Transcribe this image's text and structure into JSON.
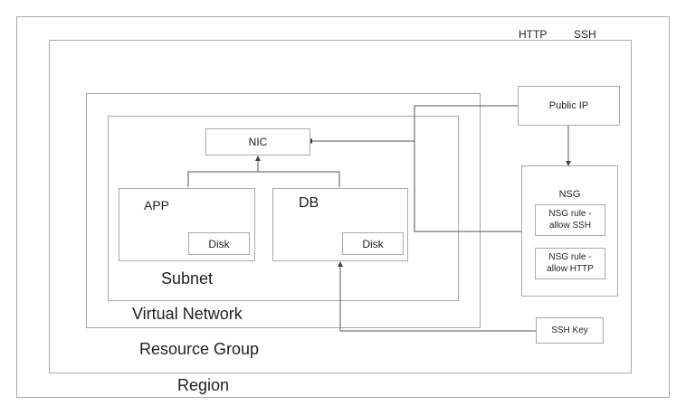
{
  "top_labels": {
    "http": "HTTP",
    "ssh": "SSH"
  },
  "containers": {
    "region": "Region",
    "resource_group": "Resource Group",
    "virtual_network": "Virtual Network",
    "subnet": "Subnet"
  },
  "nodes": {
    "nic": "NIC",
    "app": "APP",
    "app_disk": "Disk",
    "db": "DB",
    "db_disk": "Disk",
    "public_ip": "Public IP",
    "nsg": "NSG",
    "nsg_rule_ssh": "NSG rule -\nallow SSH",
    "nsg_rule_http": "NSG rule -\nallow HTTP",
    "ssh_key": "SSH Key"
  }
}
